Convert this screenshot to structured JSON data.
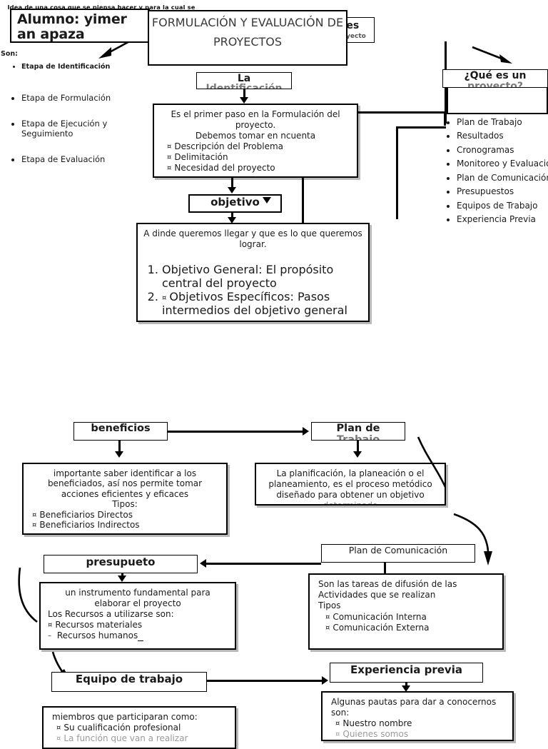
{
  "document": {
    "title": "FORMULACIÓN Y EVALUACIÓN DE PROYECTOS",
    "student_box": "Alumno: yimer an apaza"
  },
  "header": {
    "title_line1": "FORMULACIÓN Y EVALUACIÓN DE",
    "title_line2": "PROYECTOS",
    "fases_label": "Fases",
    "fases_label_clipped": "del proyecto",
    "idea_text": "Idea de una cosa que se piensa hacer y para la cual se establece un modo determinado y un conjunto de de medios nesesarios"
  },
  "left_column": {
    "son_label": "Son:",
    "etapas": [
      "Etapa de Identificación",
      "Etapa de Formulación",
      "Etapa de Ejecución y Seguimiento",
      "Etapa de Evaluación"
    ]
  },
  "identificacion": {
    "header_line1": "La",
    "header_line2": "Identificación",
    "body_line1": "Es el primer paso en la Formulación del proyecto.",
    "body_line2": "Debemos tomar en ncuenta",
    "bullets": [
      "Descripción del Problema",
      "Delimitación",
      "Necesidad del proyecto"
    ]
  },
  "objetivo": {
    "header": "objetivo",
    "body_intro": "A dinde queremos llegar y que es lo que queremos lograr.",
    "items": [
      "Objetivo General: El propósito central del proyecto",
      "Objetivos Específicos: Pasos intermedios del objetivo general"
    ]
  },
  "que_es_proyecto": {
    "header_line1": "¿Qué es un",
    "header_line2": "proyecto?",
    "items": [
      "Plan de Trabajo",
      "Resultados",
      "Cronogramas",
      "Monitoreo y Evaluación",
      "Plan de Comunicación",
      "Presupuestos",
      "Equipos de Trabajo",
      "Experiencia Previa"
    ]
  },
  "beneficios": {
    "header": "beneficios",
    "body_line1": "importante saber identificar a los",
    "body_line2": "beneficiados, así nos permite tomar",
    "body_line3": "acciones eficientes y eficaces",
    "body_line4": "Tipos:",
    "bullets": [
      "Beneficiarios Directos",
      "Beneficiarios Indirectos"
    ]
  },
  "plan_trabajo": {
    "header_line1": "Plan de",
    "header_line2": "Trabajo",
    "body_line1": "La planificación, la planeación o el",
    "body_line2": "planeamiento, es el proceso metódico",
    "body_line3": "diseñado para obtener un objetivo",
    "body_line4": "determinado"
  },
  "presupuesto": {
    "header": "presupueto",
    "body_line1": "un instrumento fundamental para",
    "body_line2": "elaborar el proyecto",
    "body_line3": "Los Recursos a utilizarse son:",
    "bullets": [
      "Recursos materiales",
      "Recursos humanos"
    ]
  },
  "plan_comunicacion": {
    "header": "Plan de Comunicación",
    "body_line1": "Son las tareas de difusión de las",
    "body_line2": "Actividades que se realizan",
    "body_line3": "Tipos",
    "bullets": [
      "Comunicación Interna",
      "Comunicación Externa"
    ]
  },
  "equipo_trabajo": {
    "header": "Equipo de trabajo",
    "body_line1": "miembros que participaran como:",
    "bullets": [
      "Su cualificación profesional",
      "La función que van a realizar"
    ]
  },
  "experiencia_previa": {
    "header": "Experiencia previa",
    "body_line1": "Algunas pautas para dar a conocernos son:",
    "bullets": [
      "Nuestro nombre",
      "Quienes somos"
    ]
  },
  "colors": {
    "line": "#000000",
    "shadow": "#b9b9b9",
    "title_text": "#3a3a3a",
    "body_text": "#1a1a1a",
    "background": "#ffffff"
  },
  "bullet_symbol": "¤"
}
